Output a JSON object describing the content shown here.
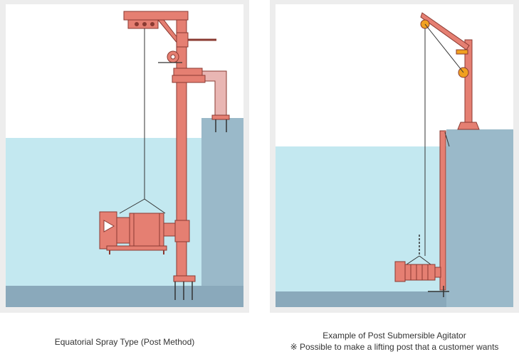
{
  "captions": {
    "left": "Equatorial Spray Type (Post Method)",
    "right_line1": "Example of Post Submersible Agitator",
    "right_line2": "※ Possible to make a lifting post that a customer wants"
  },
  "colors": {
    "equipment_fill": "#e57f72",
    "equipment_stroke": "#8a3a32",
    "pipe_fill": "#e9b6b3",
    "water": "#c3e8f0",
    "tank_wall": "#9ab9c9",
    "tank_floor": "#8aa9bb",
    "frame": "#ededed",
    "accent_orange": "#f0a020"
  }
}
